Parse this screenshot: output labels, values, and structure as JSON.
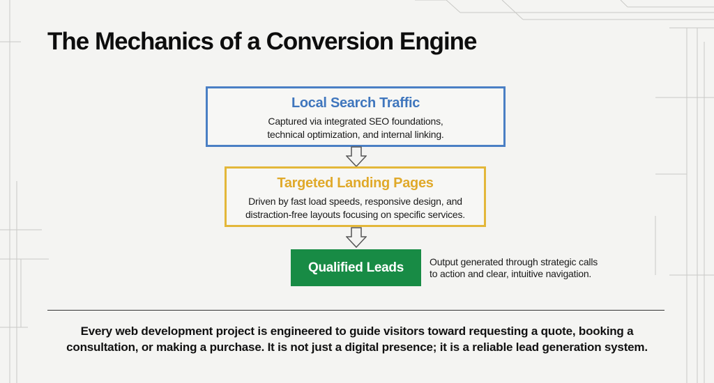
{
  "title": "The Mechanics of a Conversion Engine",
  "flow": {
    "search_traffic": {
      "title": "Local Search Traffic",
      "desc_line1": "Captured via integrated SEO foundations,",
      "desc_line2": "technical optimization, and internal linking.",
      "border_color": "#4a7fc4"
    },
    "landing_pages": {
      "title": "Targeted Landing Pages",
      "desc_line1": "Driven by fast load speeds, responsive design, and",
      "desc_line2": "distraction-free layouts focusing on specific services.",
      "border_color": "#e3b73a"
    },
    "leads": {
      "title": "Qualified Leads",
      "note_line1": "Output generated through strategic calls",
      "note_line2": "to action and clear, intuitive navigation.",
      "fill_color": "#188b45"
    }
  },
  "summary": {
    "line1": "Every web development project is engineered to guide visitors toward requesting a quote, booking a",
    "line2": "consultation, or making a purchase. It is not just a digital presence; it is a reliable lead generation system."
  }
}
